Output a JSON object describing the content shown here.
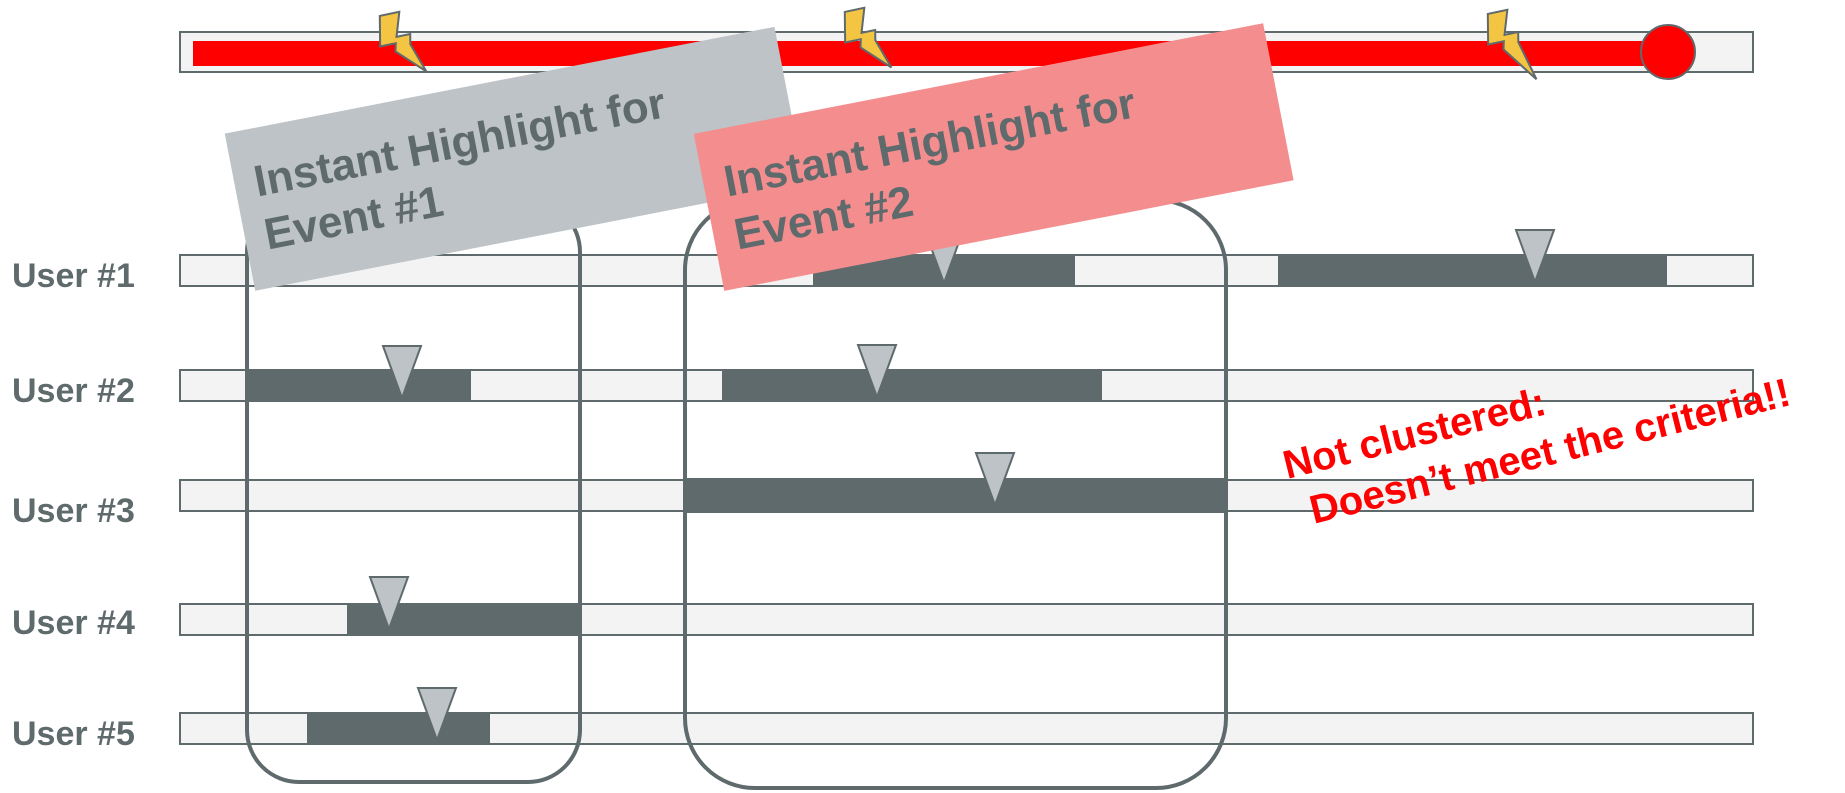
{
  "colors": {
    "timeline_bar": "#ff0000",
    "track_fill": "#f3f3f3",
    "segment": "#5f6a6d",
    "marker": "#bdc3c6",
    "highlight_1": "#bdc3c6",
    "highlight_2": "#f48e8e",
    "lightning": "#f4c542",
    "note": "#ff0000"
  },
  "timeline": {
    "icons": [
      "lightning-icon",
      "lightning-icon",
      "lightning-icon"
    ],
    "playhead_icon": "playhead-dot-icon"
  },
  "users": [
    {
      "label": "User #1"
    },
    {
      "label": "User #2"
    },
    {
      "label": "User #3"
    },
    {
      "label": "User #4"
    },
    {
      "label": "User #5"
    }
  ],
  "highlights": [
    {
      "line1": "Instant Highlight for",
      "line2": "Event #1"
    },
    {
      "line1": "Instant Highlight for",
      "line2": "Event #2"
    }
  ],
  "note": {
    "line1": "Not clustered:",
    "line2": "Doesn’t meet the criteria!!"
  }
}
